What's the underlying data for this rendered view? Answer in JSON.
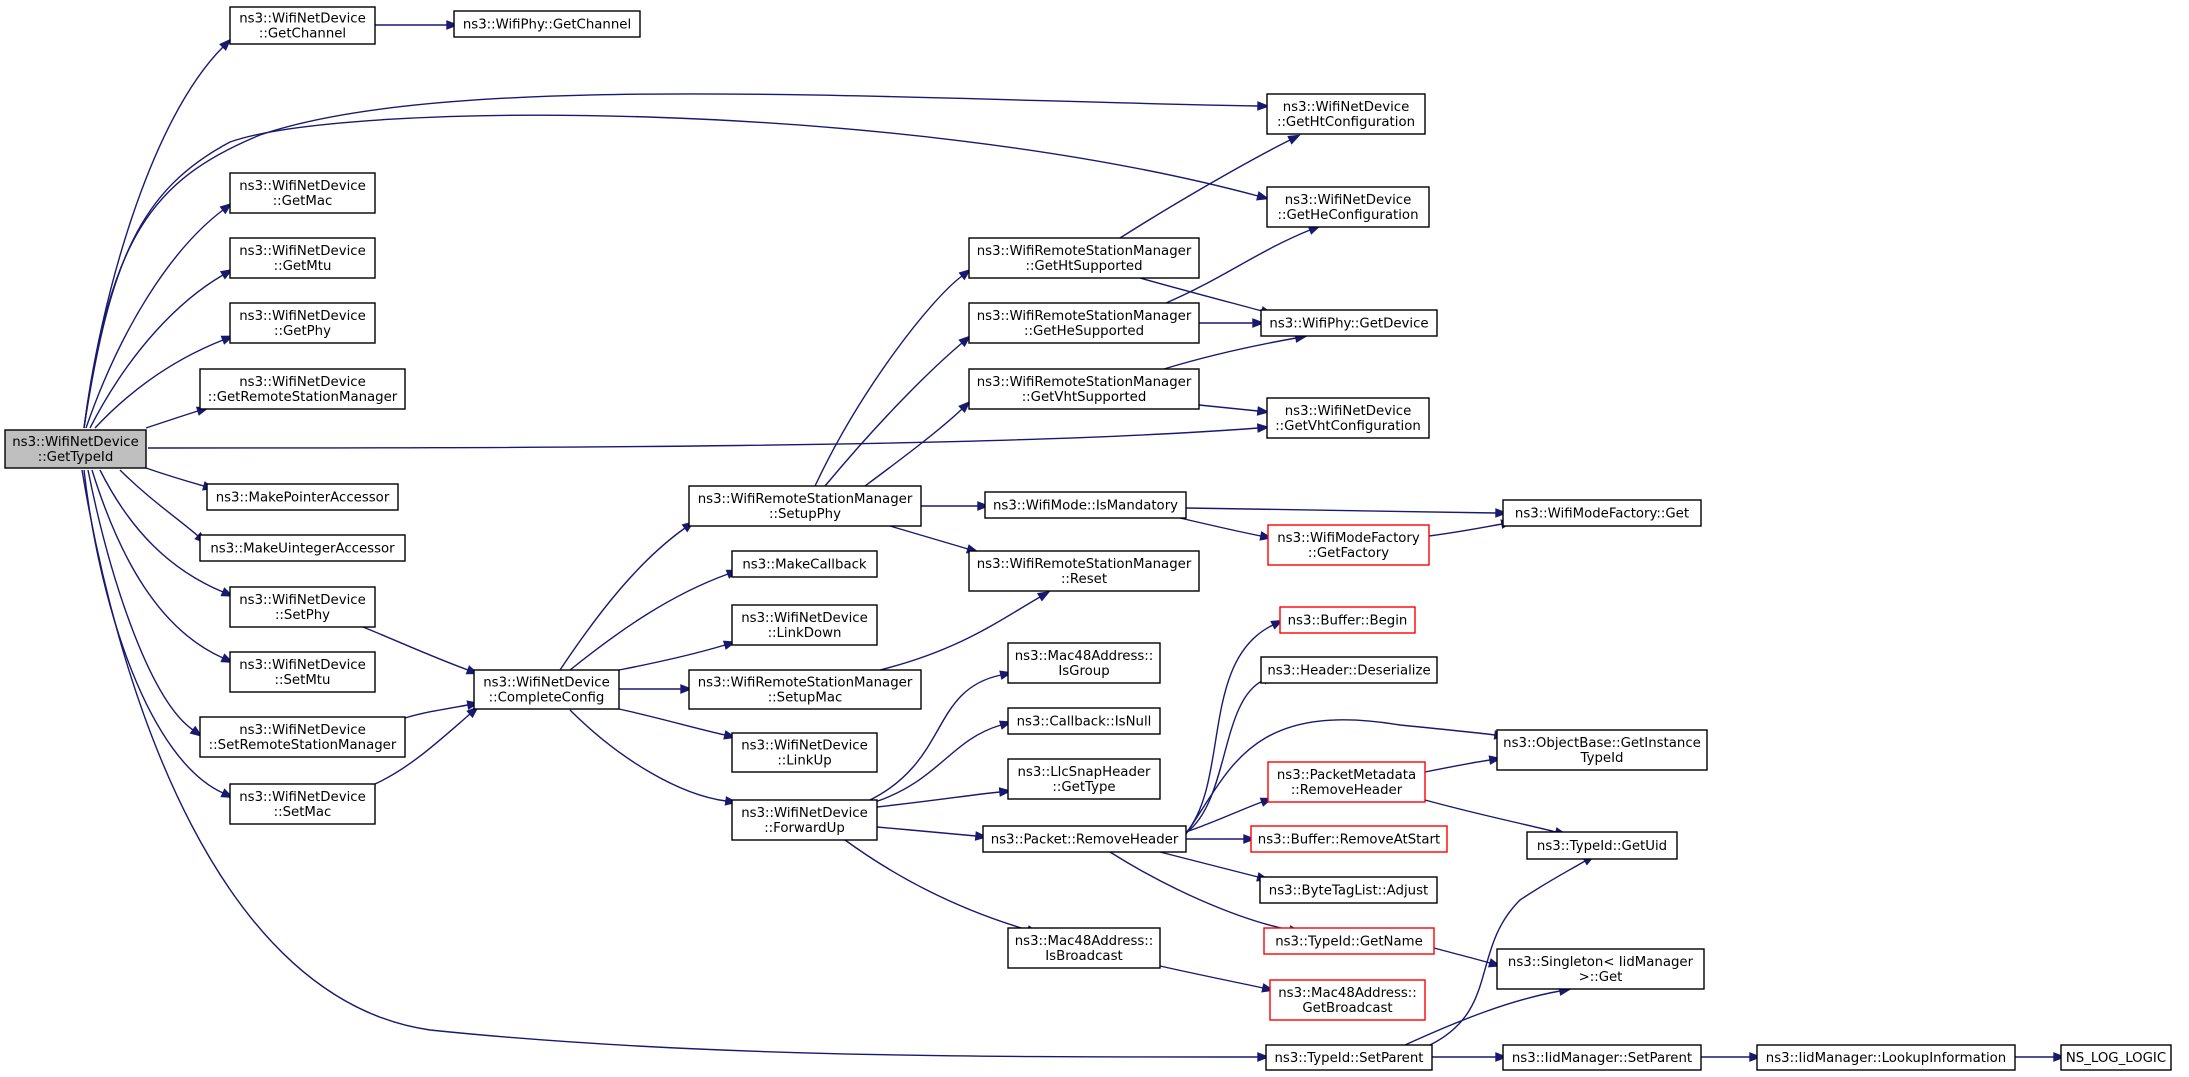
{
  "graph": {
    "title": "",
    "nodes": [
      {
        "id": "root",
        "lines": [
          "ns3::WifiNetDevice",
          "::GetTypeId"
        ],
        "style": "root"
      },
      {
        "id": "getChannel",
        "lines": [
          "ns3::WifiNetDevice",
          "::GetChannel"
        ],
        "style": "normal"
      },
      {
        "id": "phyGetChannel",
        "lines": [
          "ns3::WifiPhy::GetChannel"
        ],
        "style": "normal"
      },
      {
        "id": "getMac",
        "lines": [
          "ns3::WifiNetDevice",
          "::GetMac"
        ],
        "style": "normal"
      },
      {
        "id": "getMtu",
        "lines": [
          "ns3::WifiNetDevice",
          "::GetMtu"
        ],
        "style": "normal"
      },
      {
        "id": "getPhy",
        "lines": [
          "ns3::WifiNetDevice",
          "::GetPhy"
        ],
        "style": "normal"
      },
      {
        "id": "getRSM",
        "lines": [
          "ns3::WifiNetDevice",
          "::GetRemoteStationManager"
        ],
        "style": "normal"
      },
      {
        "id": "makePtr",
        "lines": [
          "ns3::MakePointerAccessor"
        ],
        "style": "normal"
      },
      {
        "id": "makeUint",
        "lines": [
          "ns3::MakeUintegerAccessor"
        ],
        "style": "normal"
      },
      {
        "id": "setPhy",
        "lines": [
          "ns3::WifiNetDevice",
          "::SetPhy"
        ],
        "style": "normal"
      },
      {
        "id": "setMtu",
        "lines": [
          "ns3::WifiNetDevice",
          "::SetMtu"
        ],
        "style": "normal"
      },
      {
        "id": "setRSM",
        "lines": [
          "ns3::WifiNetDevice",
          "::SetRemoteStationManager"
        ],
        "style": "normal"
      },
      {
        "id": "setMac",
        "lines": [
          "ns3::WifiNetDevice",
          "::SetMac"
        ],
        "style": "normal"
      },
      {
        "id": "completeConfig",
        "lines": [
          "ns3::WifiNetDevice",
          "::CompleteConfig"
        ],
        "style": "normal"
      },
      {
        "id": "setupPhy",
        "lines": [
          "ns3::WifiRemoteStationManager",
          "::SetupPhy"
        ],
        "style": "normal"
      },
      {
        "id": "makeCallback",
        "lines": [
          "ns3::MakeCallback"
        ],
        "style": "normal"
      },
      {
        "id": "linkDown",
        "lines": [
          "ns3::WifiNetDevice",
          "::LinkDown"
        ],
        "style": "normal"
      },
      {
        "id": "setupMac",
        "lines": [
          "ns3::WifiRemoteStationManager",
          "::SetupMac"
        ],
        "style": "normal"
      },
      {
        "id": "linkUp",
        "lines": [
          "ns3::WifiNetDevice",
          "::LinkUp"
        ],
        "style": "normal"
      },
      {
        "id": "forwardUp",
        "lines": [
          "ns3::WifiNetDevice",
          "::ForwardUp"
        ],
        "style": "normal"
      },
      {
        "id": "getHtSupported",
        "lines": [
          "ns3::WifiRemoteStationManager",
          "::GetHtSupported"
        ],
        "style": "normal"
      },
      {
        "id": "getHeSupported",
        "lines": [
          "ns3::WifiRemoteStationManager",
          "::GetHeSupported"
        ],
        "style": "normal"
      },
      {
        "id": "getVhtSupported",
        "lines": [
          "ns3::WifiRemoteStationManager",
          "::GetVhtSupported"
        ],
        "style": "normal"
      },
      {
        "id": "isMandatory",
        "lines": [
          "ns3::WifiMode::IsMandatory"
        ],
        "style": "normal"
      },
      {
        "id": "rsmReset",
        "lines": [
          "ns3::WifiRemoteStationManager",
          "::Reset"
        ],
        "style": "normal"
      },
      {
        "id": "isGroup",
        "lines": [
          "ns3::Mac48Address::",
          "IsGroup"
        ],
        "style": "normal"
      },
      {
        "id": "cbIsNull",
        "lines": [
          "ns3::Callback::IsNull"
        ],
        "style": "normal"
      },
      {
        "id": "llcGetType",
        "lines": [
          "ns3::LlcSnapHeader",
          "::GetType"
        ],
        "style": "normal"
      },
      {
        "id": "pktRemoveHeader",
        "lines": [
          "ns3::Packet::RemoveHeader"
        ],
        "style": "normal"
      },
      {
        "id": "isBroadcast",
        "lines": [
          "ns3::Mac48Address::",
          "IsBroadcast"
        ],
        "style": "normal"
      },
      {
        "id": "getHtConfig",
        "lines": [
          "ns3::WifiNetDevice",
          "::GetHtConfiguration"
        ],
        "style": "normal"
      },
      {
        "id": "getHeConfig",
        "lines": [
          "ns3::WifiNetDevice",
          "::GetHeConfiguration"
        ],
        "style": "normal"
      },
      {
        "id": "phyGetDevice",
        "lines": [
          "ns3::WifiPhy::GetDevice"
        ],
        "style": "normal"
      },
      {
        "id": "getVhtConfig",
        "lines": [
          "ns3::WifiNetDevice",
          "::GetVhtConfiguration"
        ],
        "style": "normal"
      },
      {
        "id": "modeFactoryGetFactory",
        "lines": [
          "ns3::WifiModeFactory",
          "::GetFactory"
        ],
        "style": "red"
      },
      {
        "id": "modeFactoryGet",
        "lines": [
          "ns3::WifiModeFactory::Get"
        ],
        "style": "normal"
      },
      {
        "id": "bufBegin",
        "lines": [
          "ns3::Buffer::Begin"
        ],
        "style": "red"
      },
      {
        "id": "hdrDeserialize",
        "lines": [
          "ns3::Header::Deserialize"
        ],
        "style": "normal"
      },
      {
        "id": "pmRemoveHeader",
        "lines": [
          "ns3::PacketMetadata",
          "::RemoveHeader"
        ],
        "style": "red"
      },
      {
        "id": "bufRemoveAtStart",
        "lines": [
          "ns3::Buffer::RemoveAtStart"
        ],
        "style": "red"
      },
      {
        "id": "btlAdjust",
        "lines": [
          "ns3::ByteTagList::Adjust"
        ],
        "style": "normal"
      },
      {
        "id": "tidGetName",
        "lines": [
          "ns3::TypeId::GetName"
        ],
        "style": "red"
      },
      {
        "id": "macGetBroadcast",
        "lines": [
          "ns3::Mac48Address::",
          "GetBroadcast"
        ],
        "style": "red"
      },
      {
        "id": "tidSetParent",
        "lines": [
          "ns3::TypeId::SetParent"
        ],
        "style": "normal"
      },
      {
        "id": "obGetInstanceTypeId",
        "lines": [
          "ns3::ObjectBase::GetInstance",
          "TypeId"
        ],
        "style": "normal"
      },
      {
        "id": "tidGetUid",
        "lines": [
          "ns3::TypeId::GetUid"
        ],
        "style": "normal"
      },
      {
        "id": "singletonGet",
        "lines": [
          "ns3::Singleton< IidManager",
          " >::Get"
        ],
        "style": "normal"
      },
      {
        "id": "iidSetParent",
        "lines": [
          "ns3::IidManager::SetParent"
        ],
        "style": "normal"
      },
      {
        "id": "iidLookupInfo",
        "lines": [
          "ns3::IidManager::LookupInformation"
        ],
        "style": "normal"
      },
      {
        "id": "nsLogLogic",
        "lines": [
          "NS_LOG_LOGIC"
        ],
        "style": "normal"
      }
    ],
    "edges": [
      [
        "root",
        "getChannel"
      ],
      [
        "root",
        "getHtConfig"
      ],
      [
        "root",
        "getHeConfig"
      ],
      [
        "root",
        "getMac"
      ],
      [
        "root",
        "getMtu"
      ],
      [
        "root",
        "getPhy"
      ],
      [
        "root",
        "getRSM"
      ],
      [
        "root",
        "getVhtConfig"
      ],
      [
        "root",
        "makePtr"
      ],
      [
        "root",
        "makeUint"
      ],
      [
        "root",
        "setPhy"
      ],
      [
        "root",
        "setMtu"
      ],
      [
        "root",
        "setRSM"
      ],
      [
        "root",
        "setMac"
      ],
      [
        "root",
        "tidSetParent"
      ],
      [
        "getChannel",
        "phyGetChannel"
      ],
      [
        "setPhy",
        "completeConfig"
      ],
      [
        "setRSM",
        "completeConfig"
      ],
      [
        "setMac",
        "completeConfig"
      ],
      [
        "completeConfig",
        "setupPhy"
      ],
      [
        "completeConfig",
        "makeCallback"
      ],
      [
        "completeConfig",
        "linkDown"
      ],
      [
        "completeConfig",
        "setupMac"
      ],
      [
        "completeConfig",
        "linkUp"
      ],
      [
        "completeConfig",
        "forwardUp"
      ],
      [
        "setupPhy",
        "getHtSupported"
      ],
      [
        "setupPhy",
        "getHeSupported"
      ],
      [
        "setupPhy",
        "getVhtSupported"
      ],
      [
        "setupPhy",
        "isMandatory"
      ],
      [
        "setupPhy",
        "rsmReset"
      ],
      [
        "setupMac",
        "rsmReset"
      ],
      [
        "getHtSupported",
        "getHtConfig"
      ],
      [
        "getHtSupported",
        "phyGetDevice"
      ],
      [
        "getHeSupported",
        "getHeConfig"
      ],
      [
        "getHeSupported",
        "phyGetDevice"
      ],
      [
        "getVhtSupported",
        "phyGetDevice"
      ],
      [
        "getVhtSupported",
        "getVhtConfig"
      ],
      [
        "isMandatory",
        "modeFactoryGet"
      ],
      [
        "isMandatory",
        "modeFactoryGetFactory"
      ],
      [
        "modeFactoryGetFactory",
        "modeFactoryGet"
      ],
      [
        "forwardUp",
        "isGroup"
      ],
      [
        "forwardUp",
        "cbIsNull"
      ],
      [
        "forwardUp",
        "llcGetType"
      ],
      [
        "forwardUp",
        "pktRemoveHeader"
      ],
      [
        "forwardUp",
        "isBroadcast"
      ],
      [
        "pktRemoveHeader",
        "bufBegin"
      ],
      [
        "pktRemoveHeader",
        "hdrDeserialize"
      ],
      [
        "pktRemoveHeader",
        "obGetInstanceTypeId"
      ],
      [
        "pktRemoveHeader",
        "pmRemoveHeader"
      ],
      [
        "pktRemoveHeader",
        "bufRemoveAtStart"
      ],
      [
        "pktRemoveHeader",
        "btlAdjust"
      ],
      [
        "pktRemoveHeader",
        "tidGetName"
      ],
      [
        "pmRemoveHeader",
        "obGetInstanceTypeId"
      ],
      [
        "pmRemoveHeader",
        "tidGetUid"
      ],
      [
        "tidGetName",
        "singletonGet"
      ],
      [
        "isBroadcast",
        "macGetBroadcast"
      ],
      [
        "tidSetParent",
        "tidGetUid"
      ],
      [
        "tidSetParent",
        "singletonGet"
      ],
      [
        "tidSetParent",
        "iidSetParent"
      ],
      [
        "iidSetParent",
        "iidLookupInfo"
      ],
      [
        "iidLookupInfo",
        "nsLogLogic"
      ]
    ]
  }
}
